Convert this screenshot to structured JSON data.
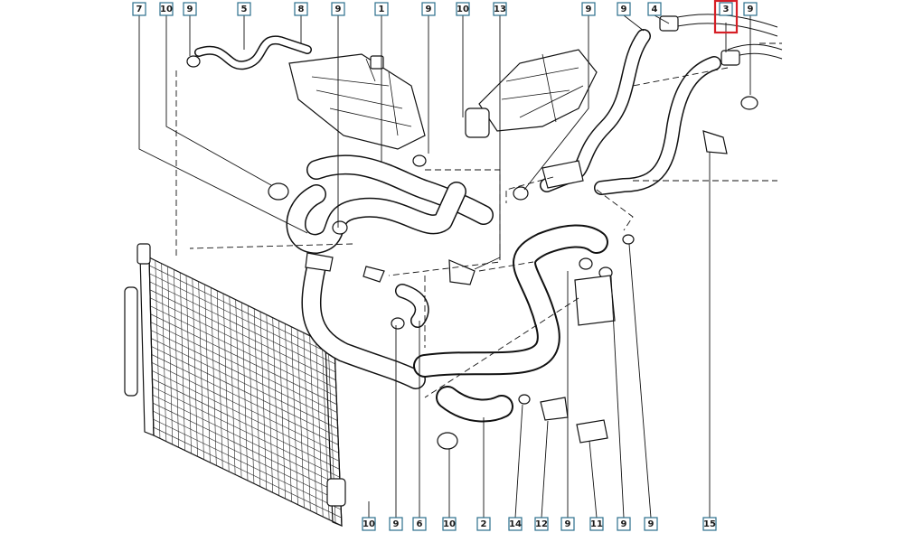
{
  "diagram": {
    "highlight_color": "#d61f26",
    "callout_color": "#2b6f8c",
    "callouts_top": [
      {
        "id": "c-top-7",
        "label": "7"
      },
      {
        "id": "c-top-10a",
        "label": "10"
      },
      {
        "id": "c-top-9a",
        "label": "9"
      },
      {
        "id": "c-top-5",
        "label": "5"
      },
      {
        "id": "c-top-8",
        "label": "8"
      },
      {
        "id": "c-top-9b",
        "label": "9"
      },
      {
        "id": "c-top-1",
        "label": "1"
      },
      {
        "id": "c-top-9c",
        "label": "9"
      },
      {
        "id": "c-top-10b",
        "label": "10"
      },
      {
        "id": "c-top-13",
        "label": "13"
      },
      {
        "id": "c-top-9d",
        "label": "9"
      },
      {
        "id": "c-top-9e",
        "label": "9"
      },
      {
        "id": "c-top-4",
        "label": "4"
      },
      {
        "id": "c-top-3",
        "label": "3",
        "highlighted": true
      },
      {
        "id": "c-top-9f",
        "label": "9"
      }
    ],
    "callouts_bottom": [
      {
        "id": "c-bot-10a",
        "label": "10"
      },
      {
        "id": "c-bot-9a",
        "label": "9"
      },
      {
        "id": "c-bot-6",
        "label": "6"
      },
      {
        "id": "c-bot-10b",
        "label": "10"
      },
      {
        "id": "c-bot-2",
        "label": "2"
      },
      {
        "id": "c-bot-14",
        "label": "14"
      },
      {
        "id": "c-bot-12",
        "label": "12"
      },
      {
        "id": "c-bot-9b",
        "label": "9"
      },
      {
        "id": "c-bot-11",
        "label": "11"
      },
      {
        "id": "c-bot-9c",
        "label": "9"
      },
      {
        "id": "c-bot-9d",
        "label": "9"
      },
      {
        "id": "c-bot-15",
        "label": "15"
      }
    ]
  }
}
